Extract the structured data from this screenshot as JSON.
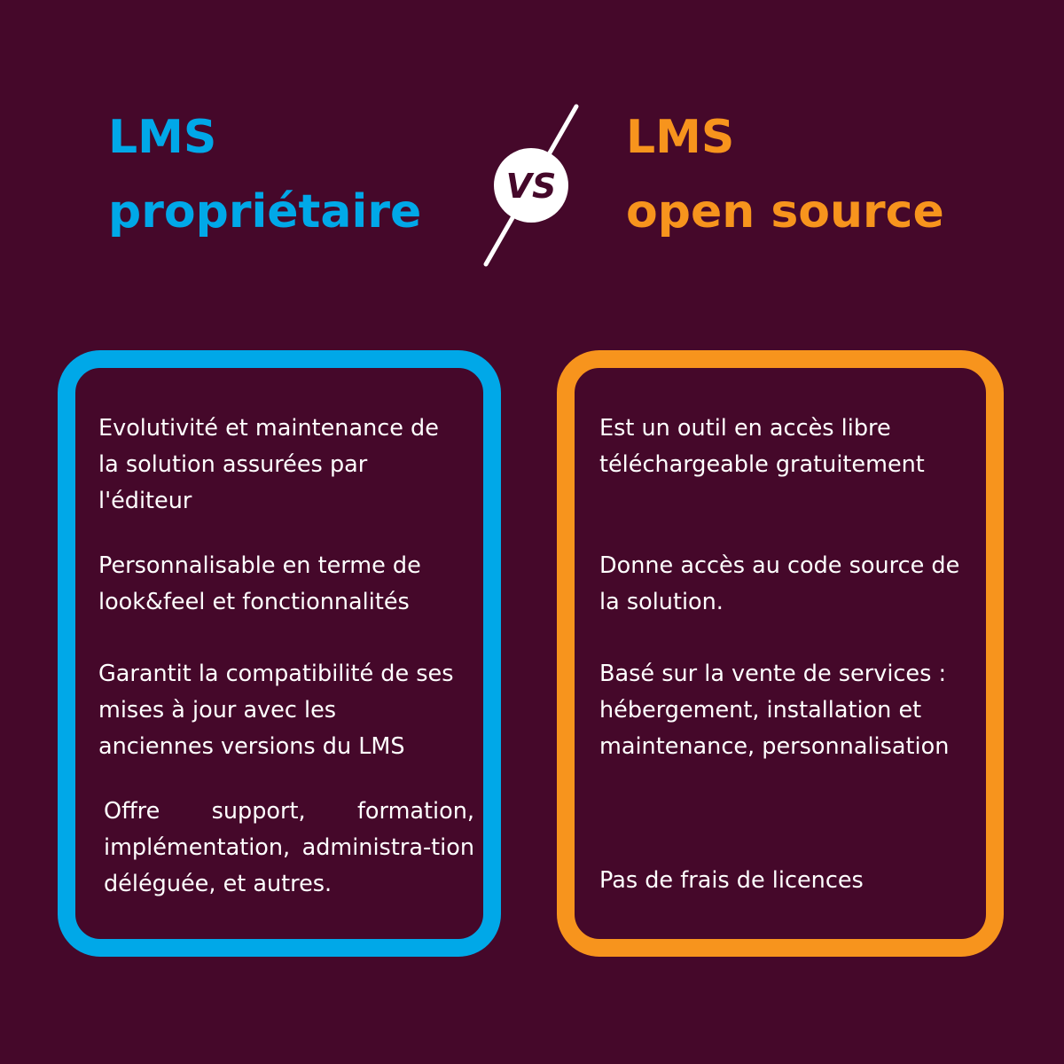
{
  "colors": {
    "background": "#45082a",
    "proprietary_accent": "#00a8e8",
    "open_source_accent": "#f7941d",
    "text": "#ffffff"
  },
  "left": {
    "title_line1": "LMS",
    "title_line2": "propriétaire",
    "items": [
      "Evolutivité et maintenance de la solution assurées par l'éditeur",
      "Personnalisable en terme de look&feel et fonctionnalités",
      "Garantit la compatibilité de ses mises à jour avec les anciennes versions du LMS",
      "Offre support, formation, implémentation, administra-tion déléguée, et autres."
    ]
  },
  "vs_label": "VS",
  "right": {
    "title_line1": "LMS",
    "title_line2": "open source",
    "items": [
      "Est un outil en accès libre téléchargeable gratuitement",
      "Donne accès au code source de la solution.",
      "Basé sur la vente de services : hébergement, installation et maintenance, personnalisation",
      "Pas de frais de licences"
    ]
  }
}
